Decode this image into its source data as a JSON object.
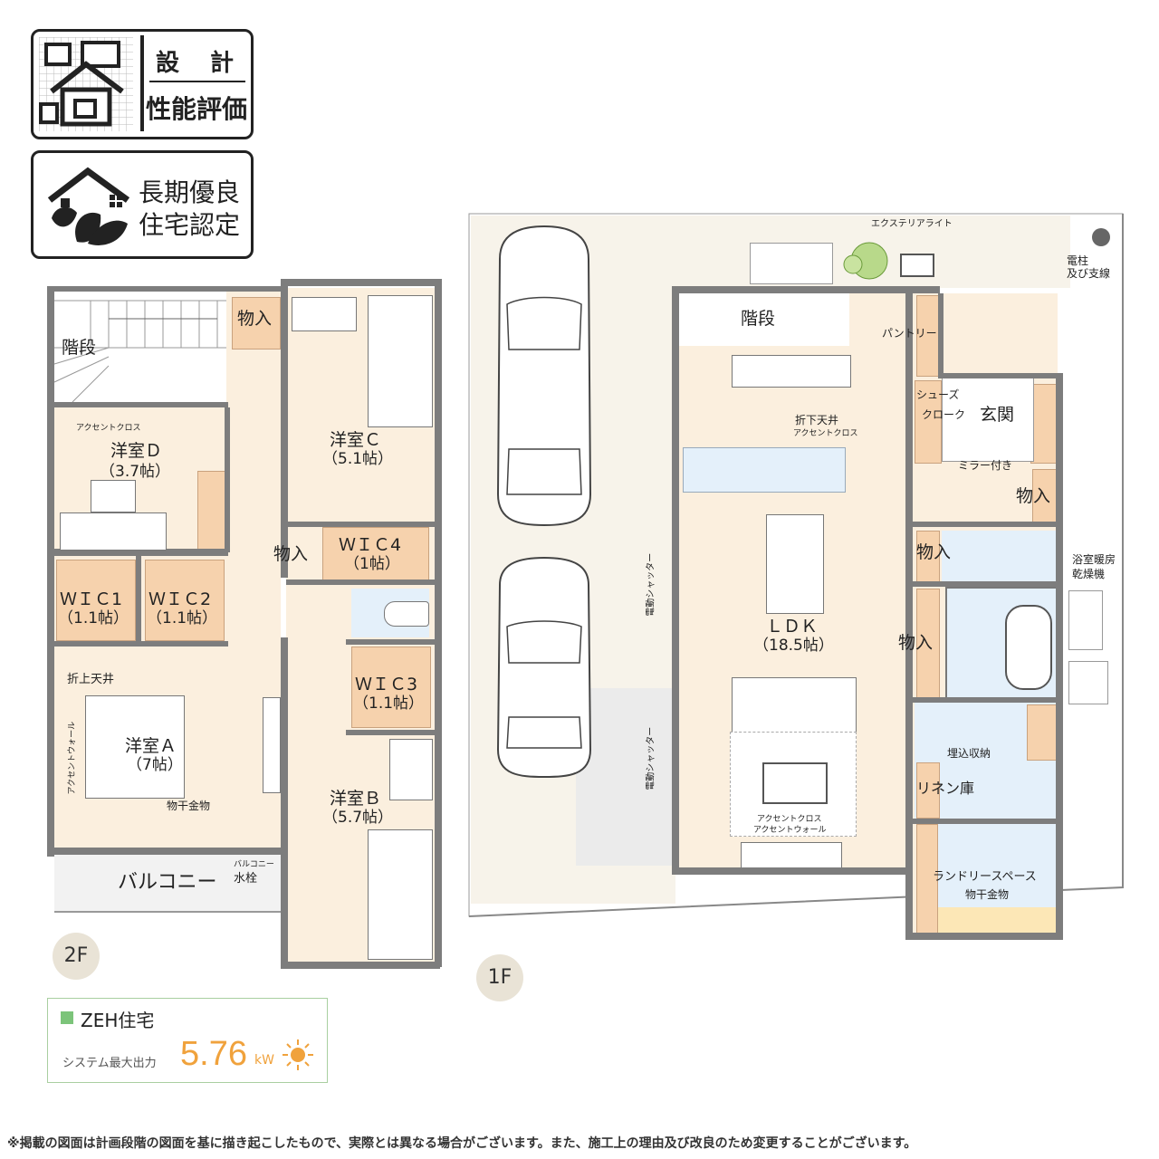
{
  "badges": {
    "design": {
      "line1": "設　計",
      "line2": "性能評価"
    },
    "longterm": {
      "line1": "長期優良",
      "line2": "住宅認定"
    }
  },
  "floor2": {
    "label": "2F",
    "rooms": {
      "stairs": "階段",
      "storage_top": "物入",
      "room_d_name": "洋室Ｄ",
      "room_d_size": "（3.7帖）",
      "accent_cross_d": "アクセントクロス",
      "room_c_name": "洋室Ｃ",
      "room_c_size": "（5.1帖）",
      "storage_mid": "物入",
      "wic4_name": "ＷＩＣ4",
      "wic4_size": "（1帖）",
      "wic1_name": "ＷＩＣ1",
      "wic1_size": "（1.1帖）",
      "wic2_name": "ＷＩＣ2",
      "wic2_size": "（1.1帖）",
      "wic3_name": "ＷＩＣ3",
      "wic3_size": "（1.1帖）",
      "folded_ceiling": "折上天井",
      "accent_wall_a": "アクセントウォール",
      "room_a_name": "洋室Ａ",
      "room_a_size": "（7帖）",
      "drying_rack": "物干金物",
      "room_b_name": "洋室Ｂ",
      "room_b_size": "（5.7帖）",
      "balcony": "バルコニー",
      "balcony_faucet_1": "バルコニー",
      "balcony_faucet_2": "水栓"
    }
  },
  "floor1": {
    "label": "1F",
    "rooms": {
      "exterior_light": "エクステリアライト",
      "pole_1": "電柱",
      "pole_2": "及び支線",
      "stairs": "階段",
      "pantry": "パントリー",
      "lowered_ceiling": "折下天井",
      "accent_cross_k": "アクセントクロス",
      "shoes_1": "シューズ",
      "shoes_2": "クローク",
      "entrance": "玄関",
      "mirror": "ミラー付き",
      "storage_1": "物入",
      "storage_2": "物入",
      "bath_dryer_1": "浴室暖房",
      "bath_dryer_2": "乾燥機",
      "ldk_name": "ＬＤＫ",
      "ldk_size": "（18.5帖）",
      "storage_3": "物入",
      "shutter_1": "電動シャッター",
      "shutter_2": "電動シャッター",
      "built_in": "埋込収納",
      "linen": "リネン庫",
      "accent_cross_l": "アクセントクロス",
      "accent_wall_l": "アクセントウォール",
      "laundry": "ランドリースペース",
      "drying_rack": "物干金物"
    }
  },
  "zeh": {
    "title": "ZEH住宅",
    "output_label": "システム最大出力",
    "output_value": "5.76",
    "output_unit": "kW"
  },
  "footer": "※掲載の図面は計画段階の図面を基に描き起こしたもので、実際とは異なる場合がございます。また、施工上の理由及び改良のため変更することがございます。",
  "colors": {
    "wall": "#7d7d7d",
    "floor": "#fbefde",
    "storage": "#f6d2ad",
    "wet_area": "#e4f0fa",
    "zeh_green": "#7cc47a",
    "zeh_orange": "#f0a23c"
  }
}
